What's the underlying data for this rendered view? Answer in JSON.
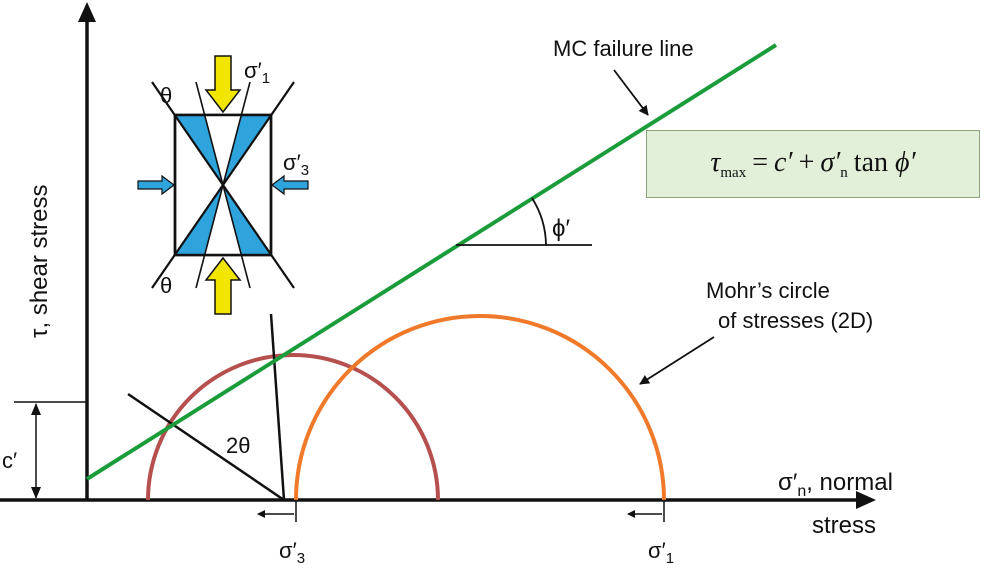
{
  "labels": {
    "y_axis": "τ, shear stress",
    "x_axis_line1_main": "σ′",
    "x_axis_line1_sub": "n",
    "x_axis_line1_rest": ", normal",
    "x_axis_line2": "stress",
    "cohesion": "c′",
    "failure_line": "MC failure line",
    "friction_angle": "ϕ′",
    "mohr_circle_line1": "Mohr’s circle",
    "mohr_circle_line2": "of stresses (2D)",
    "two_theta": "2θ",
    "sigma3_main": "σ′",
    "sigma3_sub": "3",
    "sigma1_main": "σ′",
    "sigma1_sub": "1",
    "inset_sigma1_main": "σ′",
    "inset_sigma1_sub": "1",
    "inset_sigma3_main": "σ′",
    "inset_sigma3_sub": "3",
    "inset_theta_top": "θ",
    "inset_theta_bottom": "θ"
  },
  "formula": {
    "lhs": "τ",
    "lhs_sub": "max",
    "equals": "=",
    "c": "c′",
    "plus": "+",
    "sigma": "σ′",
    "sigma_sub": "n",
    "tan": "tan",
    "phi": "ϕ′"
  },
  "colors": {
    "failure_line": "#1a9c3a",
    "mohr_circle_inner": "#b5504e",
    "mohr_circle_outer": "#f07a2a",
    "wedge_fill": "#2ea3dc",
    "load_arrow": "#f2e600",
    "formula_bg": "#e2efd9"
  }
}
